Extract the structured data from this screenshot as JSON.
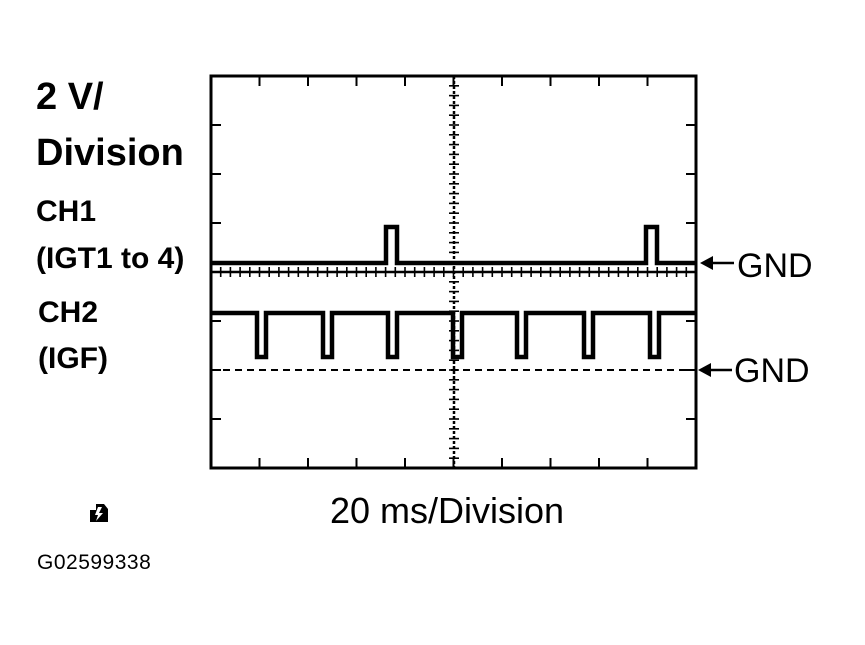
{
  "scale": {
    "vertical": "2 V/",
    "vertical_line2": "Division",
    "horizontal": "20 ms/Division"
  },
  "channels": [
    {
      "name": "CH1",
      "signal": "(IGT1 to 4)",
      "ground_label": "GND"
    },
    {
      "name": "CH2",
      "signal": "(IGF)",
      "ground_label": "GND"
    }
  ],
  "figure_id": "G02599338",
  "icons": {
    "ground_pointer": "arrow-left-icon",
    "badge": "bolt-badge-icon"
  },
  "colors": {
    "ink": "#000000",
    "background": "#ffffff"
  }
}
